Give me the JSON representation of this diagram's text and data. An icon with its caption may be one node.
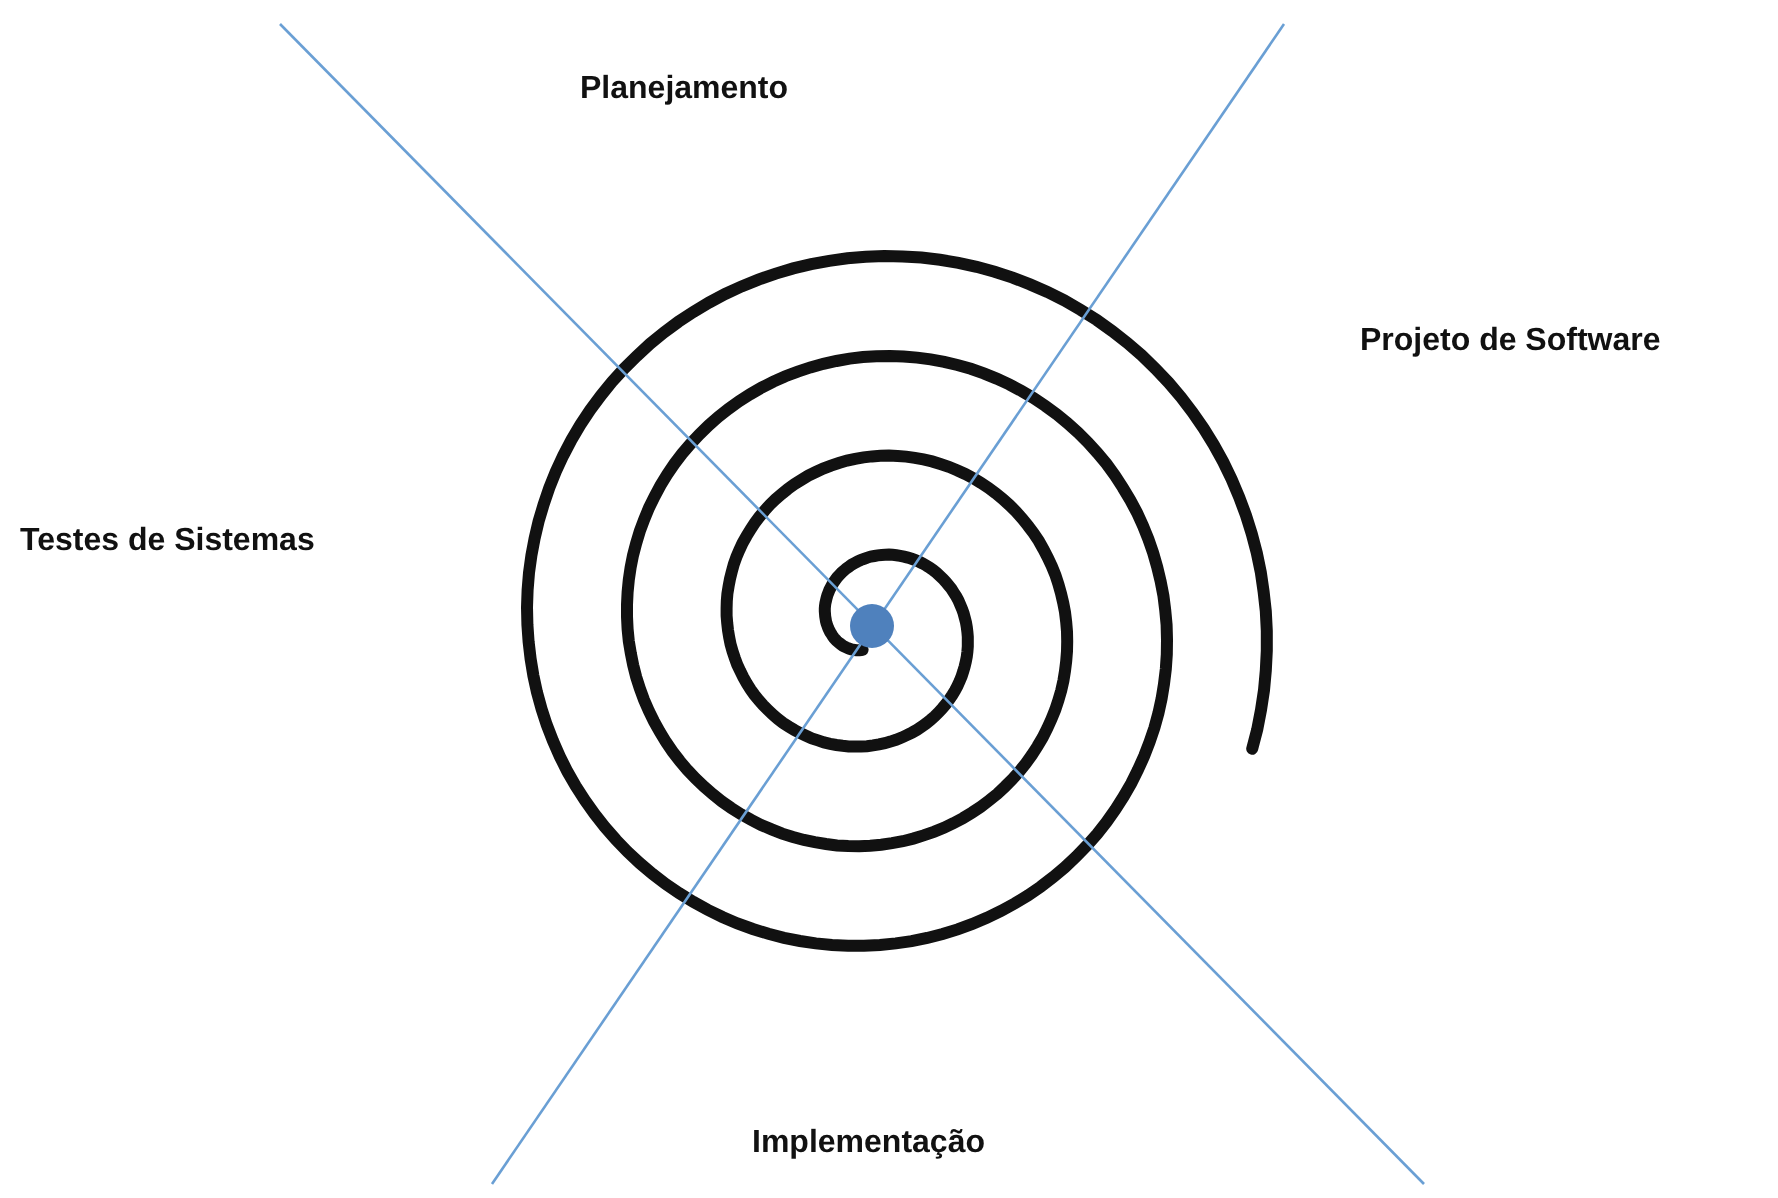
{
  "diagram": {
    "labels": [
      "Planejamento",
      "Projeto de Software",
      "Testes de Sistemas",
      "Implementação"
    ]
  }
}
